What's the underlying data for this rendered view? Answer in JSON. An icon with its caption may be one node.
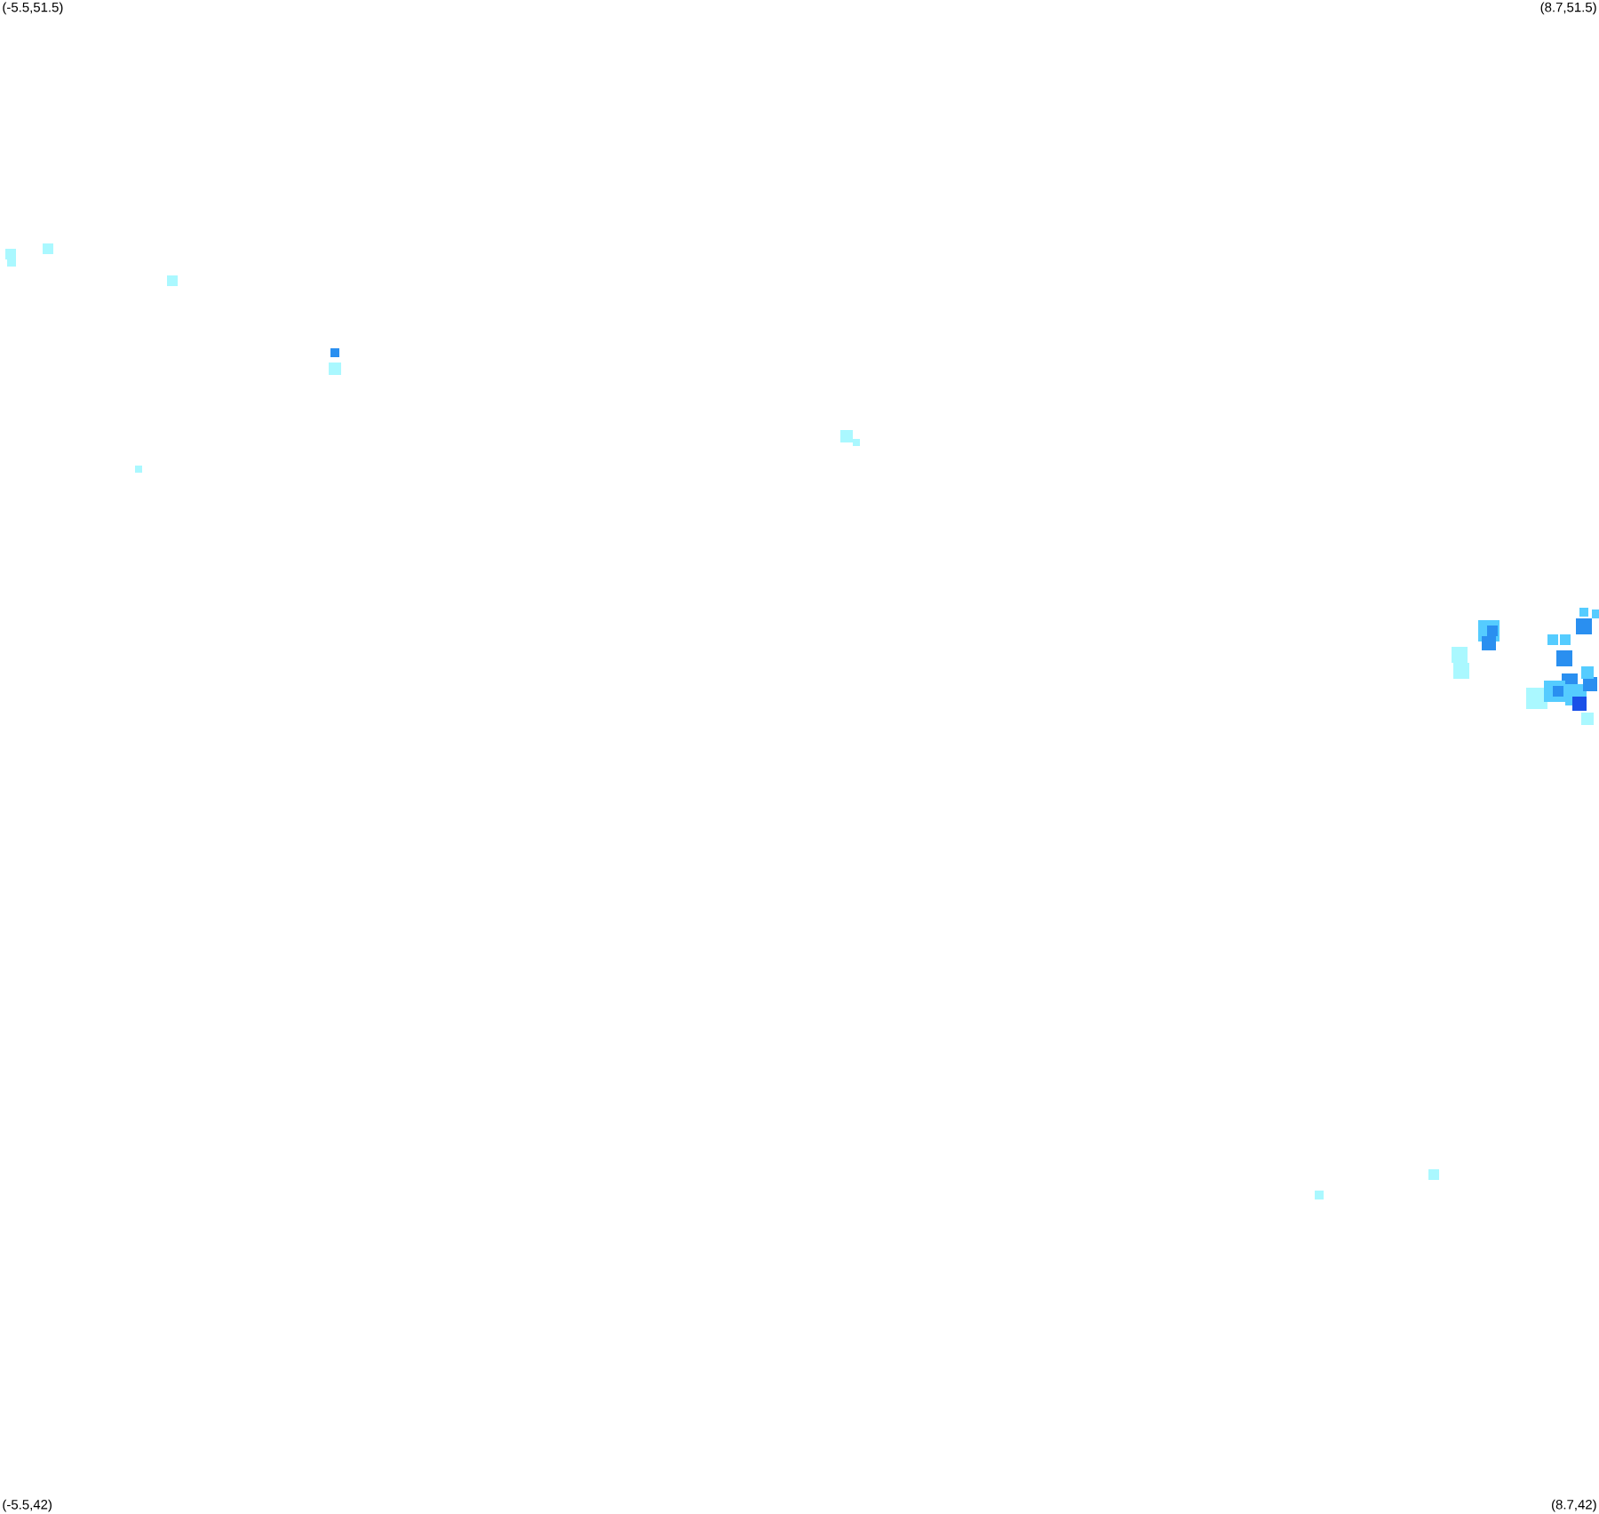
{
  "diagram": {
    "labels": [
      "(-5.5,51.5)",
      "(8.7,51.5)",
      "(-5.5,42)",
      "(8.7,42)"
    ]
  }
}
